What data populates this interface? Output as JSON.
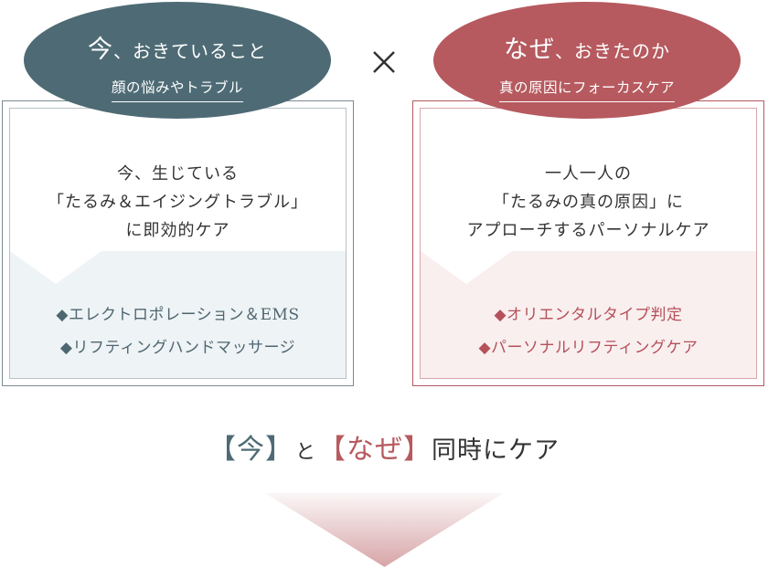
{
  "left": {
    "title_big": "今",
    "title_small": "、おきていること",
    "subtitle": "顔の悩みやトラブル",
    "lines": [
      "今、生じている",
      "「たるみ＆エイジングトラブル」",
      "に即効的ケア"
    ],
    "bullets": [
      "◆エレクトロポレーション＆EMS",
      "◆リフティングハンドマッサージ"
    ]
  },
  "right": {
    "title_big": "なぜ",
    "title_small": "、おきたのか",
    "subtitle": "真の原因にフォーカスケア",
    "lines": [
      "一人一人の",
      "「たるみの真の原因」に",
      "アプローチするパーソナルケア"
    ],
    "bullets": [
      "◆オリエンタルタイプ判定",
      "◆パーソナルリフティングケア"
    ]
  },
  "bottom": {
    "now": "【今】",
    "to": "と",
    "why": "【なぜ】",
    "rest": "同時にケア"
  },
  "colors": {
    "blue": "#4e6b75",
    "red": "#b65a5f",
    "light_blue": "#eef3f5",
    "light_red": "#f9efef"
  }
}
